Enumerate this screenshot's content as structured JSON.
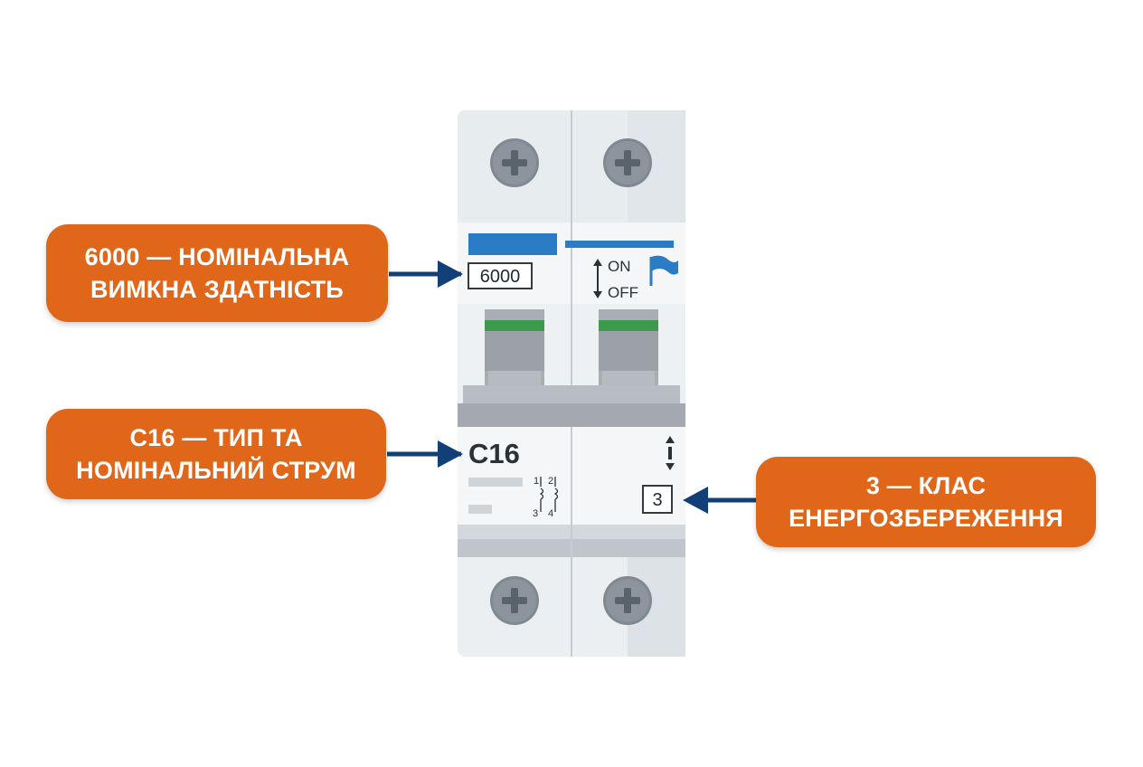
{
  "callouts": [
    {
      "line1": "6000 — НОМІНАЛЬНА",
      "line2": "ВИМКНА ЗДАТНІСТЬ"
    },
    {
      "line1": "C16 — ТИП ТА",
      "line2": "НОМІНАЛЬНИЙ СТРУМ"
    },
    {
      "line1": "3 — КЛАС",
      "line2": "ЕНЕРГОЗБЕРЕЖЕННЯ"
    }
  ],
  "breaker": {
    "breaking_capacity": "6000",
    "on_label": "ON",
    "off_label": "OFF",
    "type_current": "C16",
    "energy_class": "3",
    "terminal_top_left": "1",
    "terminal_top_right": "2",
    "terminal_bottom_left": "3",
    "terminal_bottom_right": "4"
  },
  "colors": {
    "callout": "#e0661a",
    "arrow": "#123f78",
    "blue_strip": "#2a7cc4",
    "green_stripe": "#3b9a4b",
    "housing": "#eceff2"
  }
}
